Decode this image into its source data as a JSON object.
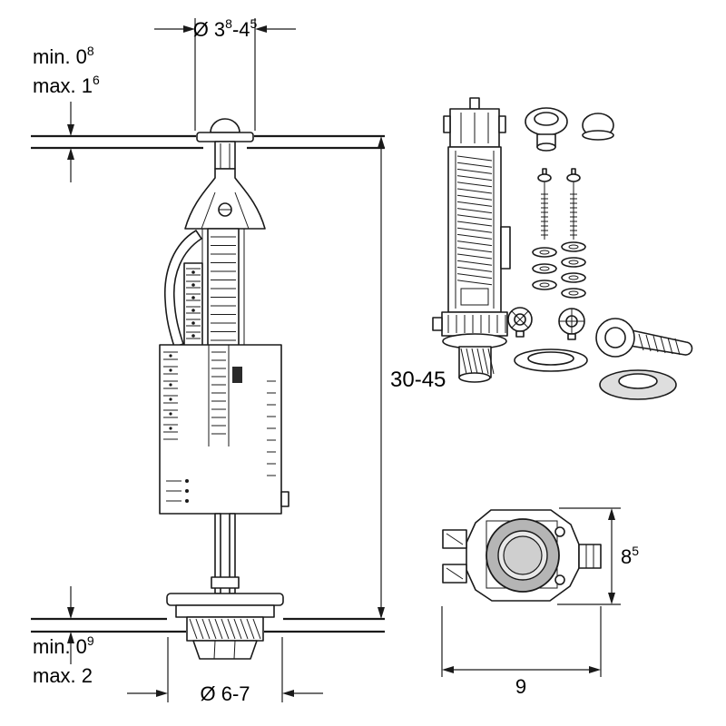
{
  "colors": {
    "line": "#1a1a1a",
    "fill_dark_ring": "#b5b5b5",
    "fill_light": "#e8e8e8",
    "fill_mid": "#cfcfcf",
    "foam_ring": "#dedede"
  },
  "labels": {
    "top_diameter": {
      "base": "Ø 3",
      "sup1": "8",
      "mid": "-4",
      "sup2": "5"
    },
    "wall_top_min": {
      "base": "min. 0",
      "sup": "8"
    },
    "wall_top_max": {
      "base": "max. 1",
      "sup": "6"
    },
    "install_height": "30-45",
    "wall_bottom_min": {
      "base": "min. 0",
      "sup": "9"
    },
    "wall_bottom_max": {
      "base": "max. 2"
    },
    "bottom_diameter": "Ø 6-7",
    "side_height": {
      "base": "8",
      "sup": "5"
    },
    "side_width": "9"
  }
}
